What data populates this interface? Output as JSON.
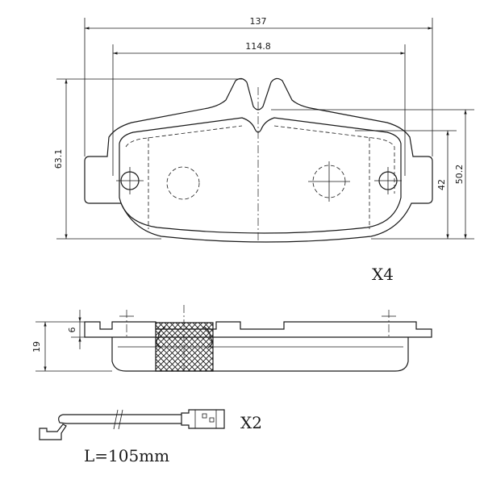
{
  "dimensions": {
    "overall_width": "137",
    "hole_spacing": "114.8",
    "height": "63.1",
    "height_right": "50.2",
    "inner_height": "42",
    "thickness_total": "19",
    "backing_plate": "6"
  },
  "quantities": {
    "pads": "X4",
    "sensors": "X2"
  },
  "sensor": {
    "length_label": "L=105mm"
  }
}
